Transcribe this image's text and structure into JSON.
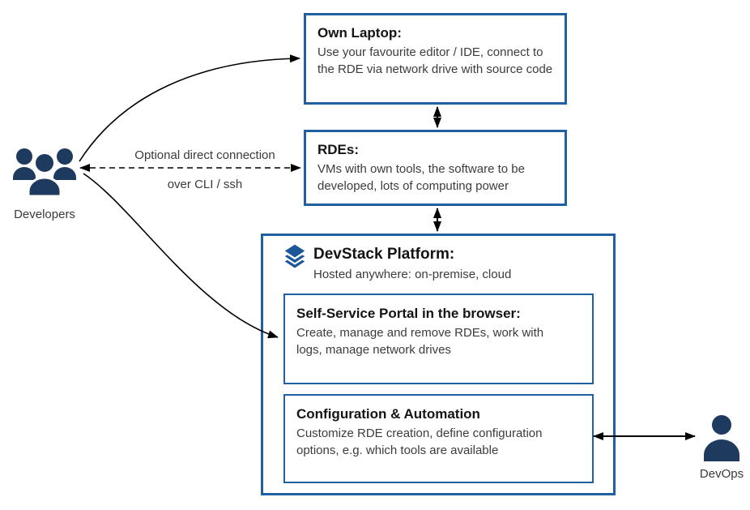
{
  "diagram": {
    "type": "architecture-diagram",
    "colors": {
      "box_border": "#2160a0",
      "actor_icon": "#1f3a5f",
      "layers_icon": "#1e5799",
      "arrow": "#000000",
      "title_text": "#141414",
      "body_text": "#3c3c3c"
    }
  },
  "actors": {
    "developers": {
      "label": "Developers",
      "icon": "people-group-icon"
    },
    "devops": {
      "label": "DevOps",
      "icon": "person-icon"
    }
  },
  "boxes": {
    "own_laptop": {
      "title": "Own Laptop:",
      "body": "Use your favourite editor / IDE, connect to the RDE via network drive with source code"
    },
    "rdes": {
      "title": "RDEs:",
      "body": "VMs with own tools, the software to be developed, lots of computing power"
    },
    "platform": {
      "title": "DevStack Platform:",
      "subtitle": "Hosted anywhere: on-premise, cloud",
      "icon": "layers-icon"
    },
    "portal": {
      "title": "Self-Service Portal in the browser:",
      "body": "Create, manage and remove RDEs, work with logs, manage network drives"
    },
    "config": {
      "title": "Configuration & Automation",
      "body": "Customize RDE creation, define configuration options, e.g. which tools are available"
    }
  },
  "connections": {
    "optional_label_line1": "Optional direct connection",
    "optional_label_line2": "over CLI / ssh"
  }
}
